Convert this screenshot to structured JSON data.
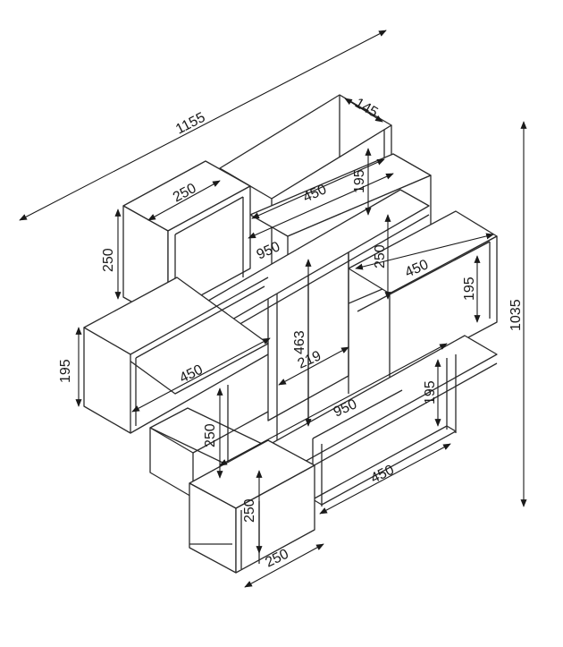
{
  "dimensions": {
    "overall_width": "1155",
    "top_depth": "145",
    "top_box_width": "250",
    "top_shelf_length": "450",
    "top_shelf_height": "195",
    "top_box_height": "250",
    "upper_long_shelf": "950",
    "right_mid_height": "250",
    "right_mid_length": "450",
    "right_box_height": "195",
    "overall_height": "1035",
    "left_box_height": "195",
    "left_shelf_length": "450",
    "divider_height": "463",
    "inner_depth": "219",
    "lower_long_shelf": "950",
    "right_lower_height": "195",
    "lower_left_height": "250",
    "bottom_shelf_length": "450",
    "bottom_box_height": "250",
    "bottom_box_width": "250"
  }
}
